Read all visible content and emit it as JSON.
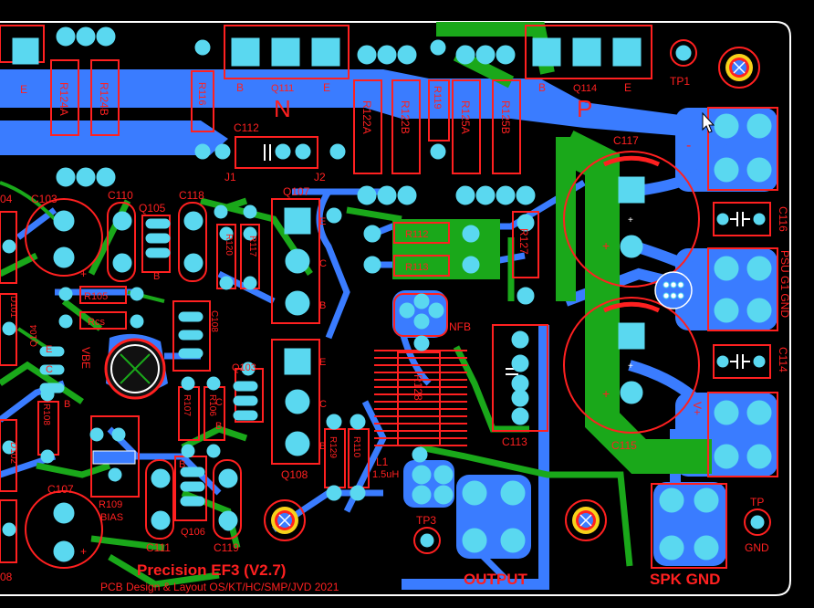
{
  "board": {
    "title": "Precision EF3 (V2.7)",
    "credits": "PCB Design & Layout OS/KT/HC/SMP/JVD 2021"
  },
  "colors": {
    "background": "#000000",
    "top_copper": "#1aa81a",
    "bottom_copper": "#3a7cff",
    "silkscreen": "#ff2020",
    "pad": "#5ad8f0",
    "outline": "#ffffff"
  },
  "labels": {
    "n": "N",
    "p": "P",
    "nfb": "NFB",
    "bias": "BIAS",
    "vbe": "VBE",
    "output": "OUTPUT",
    "spk_gnd": "SPK GND",
    "psu_g1_gnd": "PSU G1 GND",
    "tp1": "TP1",
    "tp3": "TP3",
    "tp": "TP",
    "gnd": "GND",
    "minus": "-",
    "plus": "+",
    "v_minus": "V-",
    "v_plus": "V+",
    "l1_value": "1.5uH"
  },
  "pins": {
    "b": "B",
    "c": "C",
    "e": "E"
  },
  "components": {
    "r124a": "R124A",
    "r124b": "R124B",
    "r116": "R116",
    "q111": "Q111",
    "c112": "C112",
    "j1": "J1",
    "j2": "J2",
    "r122a": "R122A",
    "r122b": "R122B",
    "r119": "R119",
    "r125a": "R125A",
    "r125b": "R125B",
    "q114": "Q114",
    "c117": "C117",
    "c116": "C116",
    "c114": "C114",
    "c115": "C115",
    "c113": "C113",
    "r127": "R127",
    "r112": "R112",
    "r113": "R113",
    "r128": "R128",
    "l1": "L1",
    "q107": "Q107",
    "q108": "Q108",
    "r129": "R129",
    "r110": "R110",
    "c103": "C103",
    "c110": "C110",
    "q105": "Q105",
    "c118": "C118",
    "r120": "R120",
    "r117": "R117",
    "r105": "R105",
    "rcs": "Rcs",
    "c108": "C108",
    "q104": "Q104",
    "q103": "Q103",
    "r107": "R107",
    "r106": "R106",
    "r108": "R108",
    "r109": "R109",
    "d101": "D101",
    "d102": "D102",
    "c107": "C107",
    "c111": "C111",
    "q106": "Q106",
    "c119": "C119",
    "r104_partial": "04",
    "r108_partial": "08"
  }
}
